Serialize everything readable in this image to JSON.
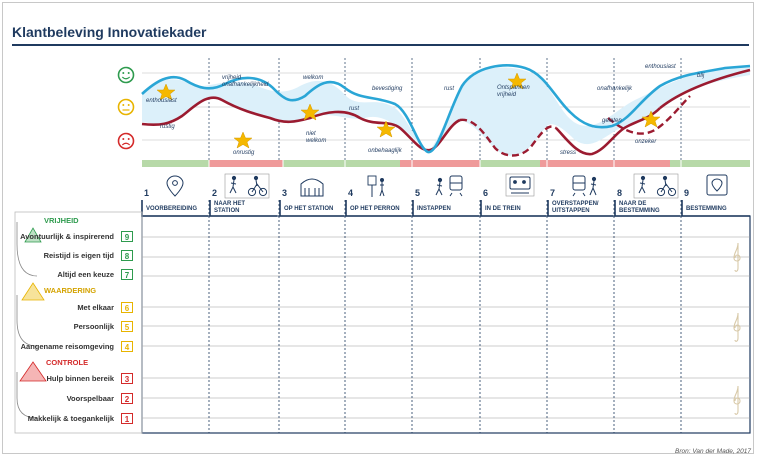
{
  "title": "Klantbeleving Innovatiekader",
  "source": "Bron: Van der Made, 2017",
  "curve_labels": {
    "enthousiast_1": "enthousiast",
    "rustig": "rustig",
    "onrustig": "onrustig",
    "vrijheid_afh": "vrijheid\nonafhankelijkheid",
    "welkom_top": "welkom",
    "niet_welkom": "niet\nwelkom",
    "rust_1": "rust",
    "bevestiging": "bevestiging",
    "onbehaaglijk": "onbehaaglijk",
    "rust_2": "rust",
    "ontspannen": "Ontspannen\nvrijheid",
    "stress": "stress",
    "onafhankelijk": "onafhankelijk",
    "enthousiast_2": "enthousiast",
    "blij": "blij",
    "gelaten": "gelaten",
    "onzeker": "onzeker"
  },
  "steps": [
    {
      "num": "1",
      "name": "VOORBEREIDING",
      "icon": "location-pin-icon"
    },
    {
      "num": "2",
      "name": "NAAR HET\nSTATION",
      "icon": "walk-bike-icon"
    },
    {
      "num": "3",
      "name": "OP HET STATION",
      "icon": "station-building-icon"
    },
    {
      "num": "4",
      "name": "OP HET PERRON",
      "icon": "platform-sign-icon"
    },
    {
      "num": "5",
      "name": "INSTAPPEN",
      "icon": "boarding-train-icon"
    },
    {
      "num": "6",
      "name": "IN DE TREIN",
      "icon": "train-seat-icon"
    },
    {
      "num": "7",
      "name": "OVERSTAPPEN/\nUITSTAPPEN",
      "icon": "transfer-train-icon"
    },
    {
      "num": "8",
      "name": "NAAR DE\nBESTEMMING",
      "icon": "walk-bike-icon"
    },
    {
      "num": "9",
      "name": "BESTEMMING",
      "icon": "destination-pin-icon"
    }
  ],
  "categories": [
    {
      "name": "VRIJHEID",
      "color": "#2e9b4e"
    },
    {
      "name": "WAARDERING",
      "color": "#e8b400"
    },
    {
      "name": "CONTROLE",
      "color": "#d42a2a"
    }
  ],
  "levels": [
    {
      "label": "Avontuurlijk & inspirerend",
      "num": "9"
    },
    {
      "label": "Reistijd is eigen tijd",
      "num": "8"
    },
    {
      "label": "Altijd een keuze",
      "num": "7"
    },
    {
      "label": "Met elkaar",
      "num": "6"
    },
    {
      "label": "Persoonlijk",
      "num": "5"
    },
    {
      "label": "Aangename reisomgeving",
      "num": "4"
    },
    {
      "label": "Hulp binnen bereik",
      "num": "3"
    },
    {
      "label": "Voorspelbaar",
      "num": "2"
    },
    {
      "label": "Makkelijk & toegankelijk",
      "num": "1"
    }
  ],
  "colors": {
    "navy": "#1f3a5f",
    "blue_curve": "#2aa6d6",
    "red_curve": "#9b1b30",
    "fill": "#d9eef8",
    "green": "#2e9b4e",
    "yellow": "#e8b400",
    "red": "#d42a2a",
    "bar_green": "#b7d9a8",
    "bar_red": "#ef9a9a"
  }
}
